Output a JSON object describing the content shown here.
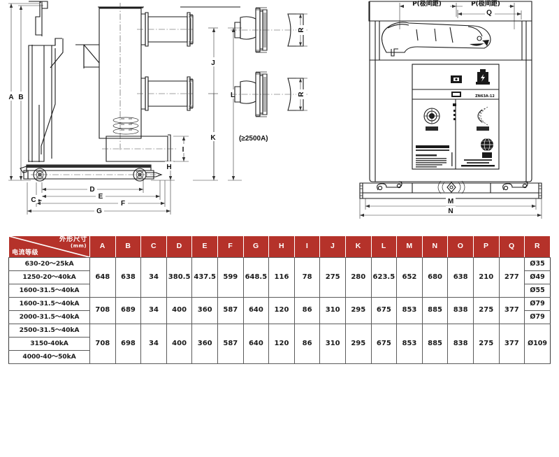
{
  "drawing": {
    "note_current": "(≥2500A)",
    "nameplate_model": "ZN63A-12",
    "pole_spacing_label": "P(极间距)",
    "dimension_labels": {
      "A": "A",
      "B": "B",
      "C": "C",
      "D": "D",
      "E": "E",
      "F": "F",
      "G": "G",
      "H": "H",
      "I": "I",
      "J": "J",
      "K": "K",
      "L": "L",
      "M": "M",
      "N": "N",
      "Q": "Q",
      "R": "R"
    },
    "nameplate": {
      "title_cn": "户内高压真空断路器",
      "title_en": "INDOOR HIGH VOLTAGE VACUUM CIRCUIT BREAKER",
      "type_line": "型号 TYPE: ZN63A-12",
      "maker_cn": "西电宝鸡电气有限公司"
    }
  },
  "table": {
    "corner": {
      "dimension_header": "外形尺寸",
      "unit": "(mm)",
      "current_header": "电流等级"
    },
    "columns": [
      "A",
      "B",
      "C",
      "D",
      "E",
      "F",
      "G",
      "H",
      "I",
      "J",
      "K",
      "L",
      "M",
      "N",
      "O",
      "P",
      "Q",
      "R"
    ],
    "row_labels": [
      "630-20～25kA",
      "1250-20～40kA",
      "1600-31.5～40kA",
      "1600-31.5～40kA",
      "2000-31.5～40kA",
      "2500-31.5～40kA",
      "3150-40kA",
      "4000-40～50kA"
    ],
    "groups": [
      {
        "span": 3,
        "values": [
          "648",
          "638",
          "34",
          "380.5",
          "437.5",
          "599",
          "648.5",
          "116",
          "78",
          "275",
          "280",
          "623.5",
          "652",
          "680",
          "638",
          "210",
          "277"
        ],
        "r": [
          "Ø35",
          "Ø49",
          "Ø55"
        ],
        "r_spans": [
          1,
          1,
          1
        ]
      },
      {
        "span": 2,
        "values": [
          "708",
          "689",
          "34",
          "400",
          "360",
          "587",
          "640",
          "120",
          "86",
          "310",
          "295",
          "675",
          "853",
          "885",
          "838",
          "275",
          "377"
        ],
        "r": [
          "Ø79",
          "Ø79"
        ],
        "r_spans": [
          1,
          1
        ]
      },
      {
        "span": 3,
        "values": [
          "708",
          "698",
          "34",
          "400",
          "360",
          "587",
          "640",
          "120",
          "86",
          "310",
          "295",
          "675",
          "853",
          "885",
          "838",
          "275",
          "377"
        ],
        "r": [
          "Ø109"
        ],
        "r_spans": [
          3
        ]
      }
    ]
  },
  "colors": {
    "header_red": "#b5322a",
    "line": "#1a1a1a",
    "background": "#ffffff"
  }
}
